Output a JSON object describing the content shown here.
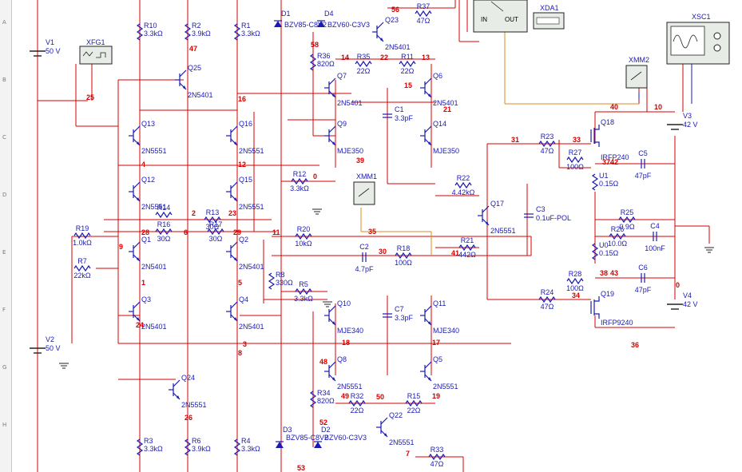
{
  "ruler": {
    "rows": [
      "A",
      "B",
      "C",
      "D",
      "E",
      "F",
      "G",
      "H"
    ]
  },
  "sources": [
    {
      "ref": "V1",
      "value": "50 V"
    },
    {
      "ref": "V2",
      "value": "50 V"
    },
    {
      "ref": "V3",
      "value": "42 V"
    },
    {
      "ref": "V4",
      "value": "42 V"
    }
  ],
  "instruments": {
    "xfg1": "XFG1",
    "xda1": "XDA1",
    "xsc1": "XSC1",
    "xmm1": "XMM1",
    "xmm2": "XMM2",
    "bode_in": "IN",
    "bode_out": "OUT"
  },
  "transistors": [
    {
      "ref": "Q25",
      "model": "2N5401"
    },
    {
      "ref": "Q13",
      "model": "2N5551"
    },
    {
      "ref": "Q16",
      "model": "2N5551"
    },
    {
      "ref": "Q12",
      "model": "2N5551"
    },
    {
      "ref": "Q15",
      "model": "2N5551"
    },
    {
      "ref": "Q1",
      "model": "2N5401"
    },
    {
      "ref": "Q2",
      "model": "2N5401"
    },
    {
      "ref": "Q3",
      "model": "2N5401"
    },
    {
      "ref": "Q4",
      "model": "2N5401"
    },
    {
      "ref": "Q24",
      "model": "2N5551"
    },
    {
      "ref": "Q23",
      "model": "2N5401"
    },
    {
      "ref": "Q7",
      "model": "2N5401"
    },
    {
      "ref": "Q6",
      "model": "2N5401"
    },
    {
      "ref": "Q9",
      "model": "MJE350"
    },
    {
      "ref": "Q14",
      "model": "MJE350"
    },
    {
      "ref": "Q10",
      "model": "MJE340"
    },
    {
      "ref": "Q11",
      "model": "MJE340"
    },
    {
      "ref": "Q8",
      "model": "2N5551"
    },
    {
      "ref": "Q5",
      "model": "2N5551"
    },
    {
      "ref": "Q22",
      "model": "2N5551"
    },
    {
      "ref": "Q17",
      "model": "2N5551"
    },
    {
      "ref": "Q18",
      "model": "IRFP240"
    },
    {
      "ref": "Q19",
      "model": "IRFP9240"
    }
  ],
  "resistors": [
    {
      "ref": "R10",
      "value": "3.3k"
    },
    {
      "ref": "R2",
      "value": "3.9k"
    },
    {
      "ref": "R1",
      "value": "3.3k"
    },
    {
      "ref": "R37",
      "value": "47"
    },
    {
      "ref": "R36",
      "value": "820"
    },
    {
      "ref": "R35",
      "value": "22"
    },
    {
      "ref": "R11",
      "value": "22"
    },
    {
      "ref": "R12",
      "value": "3.3k"
    },
    {
      "ref": "R22",
      "value": "4.42k"
    },
    {
      "ref": "R23",
      "value": "47"
    },
    {
      "ref": "R27",
      "value": "100"
    },
    {
      "ref": "R19",
      "value": "1.0k"
    },
    {
      "ref": "R7",
      "value": "22k"
    },
    {
      "ref": "R14",
      "value": ""
    },
    {
      "ref": "R16",
      "value": "30"
    },
    {
      "ref": "R13",
      "value": "30"
    },
    {
      "ref": "R17",
      "value": "30"
    },
    {
      "ref": "R20",
      "value": "10k"
    },
    {
      "ref": "R18",
      "value": "100"
    },
    {
      "ref": "R21",
      "value": "442"
    },
    {
      "ref": "R25",
      "value": "0.9"
    },
    {
      "ref": "R26",
      "value": "10.0"
    },
    {
      "ref": "R8",
      "value": "330"
    },
    {
      "ref": "R5",
      "value": "3.3k"
    },
    {
      "ref": "R28",
      "value": "100"
    },
    {
      "ref": "R24",
      "value": "47"
    },
    {
      "ref": "R34",
      "value": "820"
    },
    {
      "ref": "R32",
      "value": "22"
    },
    {
      "ref": "R15",
      "value": "22"
    },
    {
      "ref": "R3",
      "value": "3.3k"
    },
    {
      "ref": "R6",
      "value": "3.9k"
    },
    {
      "ref": "R4",
      "value": "3.3k"
    },
    {
      "ref": "R33",
      "value": "47"
    },
    {
      "ref": "U1",
      "value": "0.15"
    },
    {
      "ref": "U0",
      "value": "0.15"
    }
  ],
  "capacitors": [
    {
      "ref": "C1",
      "value": "3.3pF"
    },
    {
      "ref": "C2",
      "value": "4.7pF"
    },
    {
      "ref": "C3",
      "value": "0.1uF-POL"
    },
    {
      "ref": "C4",
      "value": "100nF"
    },
    {
      "ref": "C5",
      "value": "47pF"
    },
    {
      "ref": "C6",
      "value": "47pF"
    },
    {
      "ref": "C7",
      "value": "3.3pF"
    }
  ],
  "diodes": [
    {
      "ref": "D1",
      "model": "BZV85-C8V2"
    },
    {
      "ref": "D4",
      "model": "BZV60-C3V3"
    },
    {
      "ref": "D3",
      "model": "BZV85-C8V2"
    },
    {
      "ref": "D2",
      "model": "BZV60-C3V3"
    }
  ],
  "nodes": [
    "56",
    "47",
    "14",
    "22",
    "13",
    "16",
    "15",
    "25",
    "58",
    "21",
    "40",
    "10",
    "31",
    "33",
    "37",
    "42",
    "39",
    "0",
    "4",
    "12",
    "2",
    "23",
    "28",
    "6",
    "29",
    "11",
    "35",
    "30",
    "34",
    "41",
    "38",
    "43",
    "36",
    "1",
    "5",
    "3",
    "8",
    "18",
    "17",
    "48",
    "49",
    "50",
    "19",
    "52",
    "26",
    "7",
    "53",
    "9",
    "24",
    "0"
  ]
}
